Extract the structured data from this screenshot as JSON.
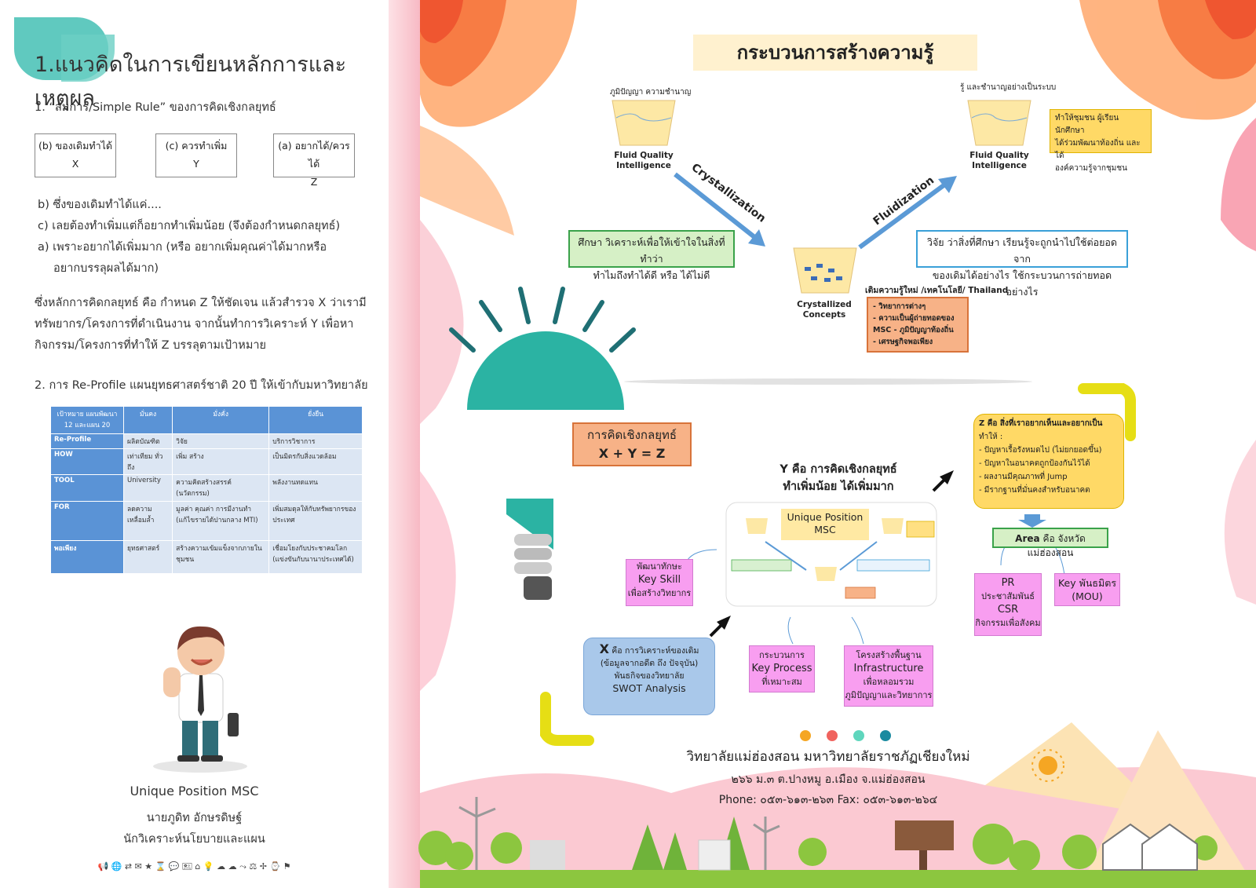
{
  "left": {
    "title": "1.แนวคิดในการเขียนหลักการและเหตุผล",
    "item1": "1. “สมการ/Simple Rule” ของการคิดเชิงกลยุทธ์",
    "boxes": [
      {
        "label": "(b) ของเดิมทำได้",
        "var": "X"
      },
      {
        "label": "(c) ควรทำเพิ่ม",
        "var": "Y"
      },
      {
        "label": "(a) อยากได้/ควรได้",
        "var": "Z"
      }
    ],
    "points": [
      "b) ซึ่งของเดิมทำได้แค่....",
      "c) เลยต้องทำเพิ่มแต่ก็อยากทำเพิ่มน้อย (จึงต้องกำหนดกลยุทธ์)",
      "a) เพราะอยากได้เพิ่มมาก (หรือ อยากเพิ่มคุณค่าได้มากหรือ",
      "อยากบรรลุผลได้มาก)"
    ],
    "para": [
      "ซึ่งหลักการคิดกลยุทธ์ คือ กำหนด Z ให้ชัดเจน แล้วสำรวจ X ว่าเรามี",
      "ทรัพยากร/โครงการที่ดำเนินงาน จากนั้นทำการวิเคราะห์ Y เพื่อหา",
      "กิจกรรม/โครงการที่ทำให้ Z บรรลุตามเป้าหมาย"
    ],
    "item2": "2. การ Re-Profile แผนยุทธศาสตร์ชาติ 20 ปี ให้เข้ากับมหาวิทยาลัย",
    "table": {
      "headers": [
        "เป้าหมาย แผนพัฒนา 12 และแผน 20",
        "มั่นคง",
        "มั่งคั่ง",
        "ยั่งยืน"
      ],
      "rows": [
        [
          "Re-Profile",
          "ผลิตบัณฑิต",
          "วิจัย",
          "บริการวิชาการ"
        ],
        [
          "HOW",
          "เท่าเทียม ทั่วถึง",
          "เพิ่ม สร้าง",
          "เป็นมิตรกับสิ่งแวดล้อม"
        ],
        [
          "TOOL",
          "University",
          "ความคิดสร้างสรรค์ (นวัตกรรม)",
          "พลังงานทดแทน"
        ],
        [
          "FOR",
          "ลดความเหลื่อมล้ำ",
          "มูลค่า คุณค่า การมีงานทำ (แก้ไขรายได้ปานกลาง MTI)",
          "เพิ่มสมดุลให้กับทรัพยากรของประเทศ"
        ],
        [
          "พอเพียง",
          "ยุทธศาสตร์",
          "สร้างความเข้มแข็งจากภายในชุมชน",
          "เชื่อมโยงกับประชาคมโลก (แข่งขันกับนานาประเทศได้)"
        ]
      ]
    },
    "person_title": "Unique Position MSC",
    "person_name": "นายภูดิท อักษรดิษฐ์",
    "person_role": "นักวิเคราะห์นโยบายและแผน",
    "icons_row": "📢 🌐 ⇄ ✉ ★ ⌛ 💬 🖭 ⌂ 💡 ☁ ☁ ⤳ ⚖ ✢ ⌚ ⚑"
  },
  "right": {
    "process_title": "กระบวนการสร้างความรู้",
    "top_left_label": "ภูมิปัญญา ความชำนาญ",
    "top_right_label": "รู้ และชำนาญอย่างเป็นระบบ",
    "fqi_line1": "Fluid Quality",
    "fqi_line2": "Intelligence",
    "crystallization": "Crystallization",
    "fluidization": "Fluidization",
    "green_note": [
      "ศึกษา วิเคราะห์เพื่อให้เข้าใจในสิ่งที่ทำว่า",
      "ทำไมถึงทำได้ดี หรือ ได้ไม่ดี"
    ],
    "blue_note": [
      "วิจัย ว่าสิ่งที่ศึกษา เรียนรู้จะถูกนำไปใช้ต่อยอดจาก",
      "ของเดิมได้อย่างไร ใช้กระบวนการถ่ายทอดอย่างไร"
    ],
    "yellow_note": [
      "ทำให้ชุมชน ผู้เรียน นักศึกษา",
      "ได้ร่วมพัฒนาท้องถิ่น และได้",
      "องค์ความรู้จากชุมชน"
    ],
    "crystal_line1": "Crystallized",
    "crystal_line2": "Concepts",
    "add_knowledge": "เติมความรู้ใหม่ /เทคโนโลยี/ Thailand",
    "orange_list": [
      "- วิทยาการต่างๆ",
      "- ความเป็นผู้ถ่ายทอดของ",
      "MSC - ภูมิปัญญาท้องถิ่น",
      "- เศรษฐกิจพอเพียง"
    ],
    "strategy_title": "การคิดเชิงกลยุทธ์",
    "strategy_eq": "X + Y = Z",
    "y_line1": "Y คือ การคิดเชิงกลยุทธ์",
    "y_line2": "ทำเพิ่มน้อย ได้เพิ่มมาก",
    "unique_line1": "Unique Position",
    "unique_line2": "MSC",
    "z_box": [
      "Z คือ สิ่งที่เราอยากเห็นและอยากเป็น",
      "ทำให้ :",
      "- ปัญหาเรื้อรังหมดไป (ไม่ยกยอดขึ้น)",
      "- ปัญหาในอนาคตถูกป้องกันไว้ได้",
      "- ผลงานมีคุณภาพที่ Jump",
      "- มีรากฐานที่มั่นคงสำหรับอนาคต"
    ],
    "area_label": "Area",
    "area_text": "คือ จังหวัดแม่ฮ่องสอน",
    "key_skill": [
      "พัฒนาทักษะ",
      "Key Skill",
      "เพื่อสร้างวิทยากร"
    ],
    "pr_box": [
      "PR",
      "ประชาสัมพันธ์",
      "CSR",
      "กิจกรรมเพื่อสังคม"
    ],
    "key_partner": [
      "Key พันธมิตร",
      "(MOU)"
    ],
    "x_box": [
      "X",
      "คือ การวิเคราะห์ของเดิม",
      "(ข้อมูลจากอดีต ถึง ปัจจุบัน)",
      "พันธกิจของวิทยาลัย",
      "SWOT Analysis"
    ],
    "key_process": [
      "กระบวนการ",
      "Key Process",
      "ที่เหมาะสม"
    ],
    "infra": [
      "โครงสร้างพื้นฐาน",
      "Infrastructure",
      "เพื่อหลอมรวม",
      "ภูมิปัญญาและวิทยาการ"
    ],
    "college": "วิทยาลัยแม่ฮ่องสอน มหาวิทยาลัยราชภัฏเชียงใหม่",
    "address": "๒๖๖ ม.๓ ต.ปางหมู อ.เมือง จ.แม่ฮ่องสอน",
    "phone": "Phone: ๐๕๓-๖๑๓-๒๖๓ Fax: ๐๕๓-๖๑๓-๒๖๔",
    "dot_colors": [
      "#f5a623",
      "#f0635e",
      "#5fd6bd",
      "#1a8aa0"
    ]
  }
}
